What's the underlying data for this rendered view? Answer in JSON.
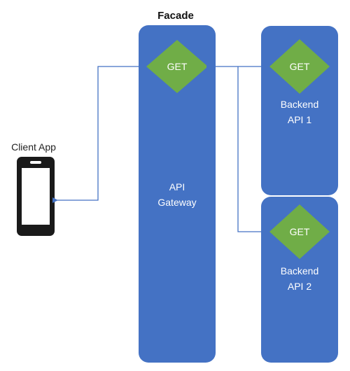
{
  "title": "Facade",
  "client": {
    "label": "Client App"
  },
  "gateway": {
    "line1": "API",
    "line2": "Gateway",
    "method": "GET"
  },
  "backend1": {
    "line1": "Backend",
    "line2": "API 1",
    "method": "GET"
  },
  "backend2": {
    "line1": "Backend",
    "line2": "API 2",
    "method": "GET"
  },
  "colors": {
    "box": "#4472C4",
    "diamond": "#70AD47",
    "arrow": "#4472C4",
    "phone": "#1a1a1a"
  }
}
